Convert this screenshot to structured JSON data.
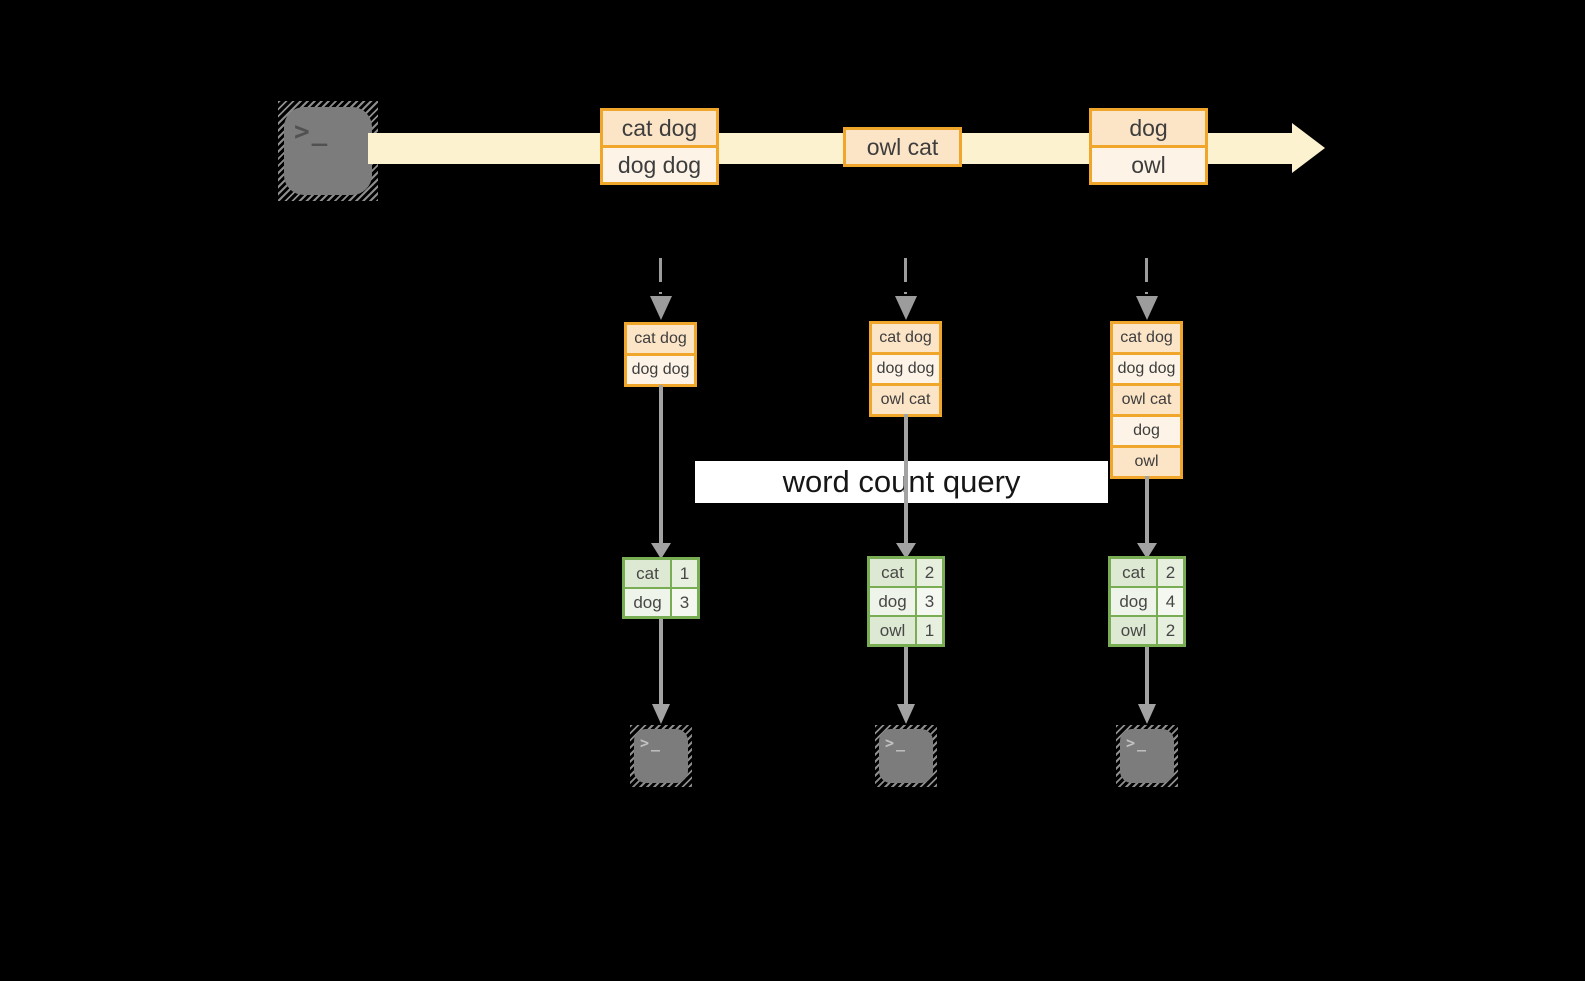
{
  "query": {
    "label": "word count query"
  },
  "icons": {
    "terminal_prompt": ">_"
  },
  "stream": {
    "batches": [
      {
        "cells": [
          "cat dog",
          "dog dog"
        ]
      },
      {
        "cells": [
          "owl cat"
        ]
      },
      {
        "cells": [
          "dog",
          "owl"
        ]
      }
    ]
  },
  "micro_batches": [
    {
      "accumulated": [
        "cat dog",
        "dog dog"
      ],
      "counts": [
        {
          "word": "cat",
          "count": "1"
        },
        {
          "word": "dog",
          "count": "3"
        }
      ]
    },
    {
      "accumulated": [
        "cat dog",
        "dog dog",
        "owl cat"
      ],
      "counts": [
        {
          "word": "cat",
          "count": "2"
        },
        {
          "word": "dog",
          "count": "3"
        },
        {
          "word": "owl",
          "count": "1"
        }
      ]
    },
    {
      "accumulated": [
        "cat dog",
        "dog dog",
        "owl cat",
        "dog",
        "owl"
      ],
      "counts": [
        {
          "word": "cat",
          "count": "2"
        },
        {
          "word": "dog",
          "count": "4"
        },
        {
          "word": "owl",
          "count": "2"
        }
      ]
    }
  ],
  "colors": {
    "background": "#000000",
    "stream_band": "#fcf2d0",
    "batch_border": "#f0a62a",
    "batch_cell_dark": "#fce4c7",
    "batch_cell_light": "#fdf4e7",
    "table_border": "#79ad53",
    "table_row_green": "#dee9d3",
    "table_row_pale": "#eef4e9",
    "arrow_gray": "#9c9c9c",
    "terminal_gray": "#7c7c7c",
    "query_band_bg": "#ffffff",
    "text_dark": "#3d3d3d"
  }
}
